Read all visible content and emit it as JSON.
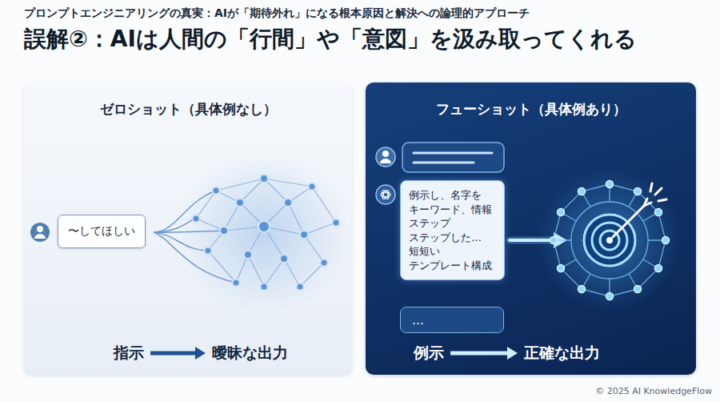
{
  "diagram": {
    "title": "誤解②：AIは人間の「行間」や「意図」を汲み取ってくれる",
    "nodes": [
      {
        "text": [
          "ゼロショット（具体例なし）"
        ]
      },
      {
        "text": [
          "〜してほしい"
        ],
        "in": 0
      },
      {
        "text": [
          "指示"
        ],
        "in": 0
      },
      {
        "text": [
          "曖昧な出力"
        ],
        "in": 0
      },
      {
        "text": [
          "フューショット（具体例あり）"
        ]
      },
      {
        "text": [
          "例示し、名字を キーワード、情報 ステップ ステップした… 短短い テンプレート構成"
        ],
        "in": 4
      },
      {
        "text": [
          "…"
        ],
        "in": 4
      },
      {
        "text": [
          "例示"
        ],
        "in": 4
      },
      {
        "text": [
          "正確な出力"
        ],
        "in": 4
      }
    ],
    "edges": [
      {
        "from": 2,
        "to": 3,
        "arrow": "to"
      },
      {
        "from": 7,
        "to": 8,
        "arrow": "to"
      }
    ],
    "labels": [
      "プロンプトエンジニアリングの真実：AIが「期待外れ」になる根本原因と解決への論理的アプローチ",
      "© 2025 AI KnowledgeFlow"
    ]
  }
}
